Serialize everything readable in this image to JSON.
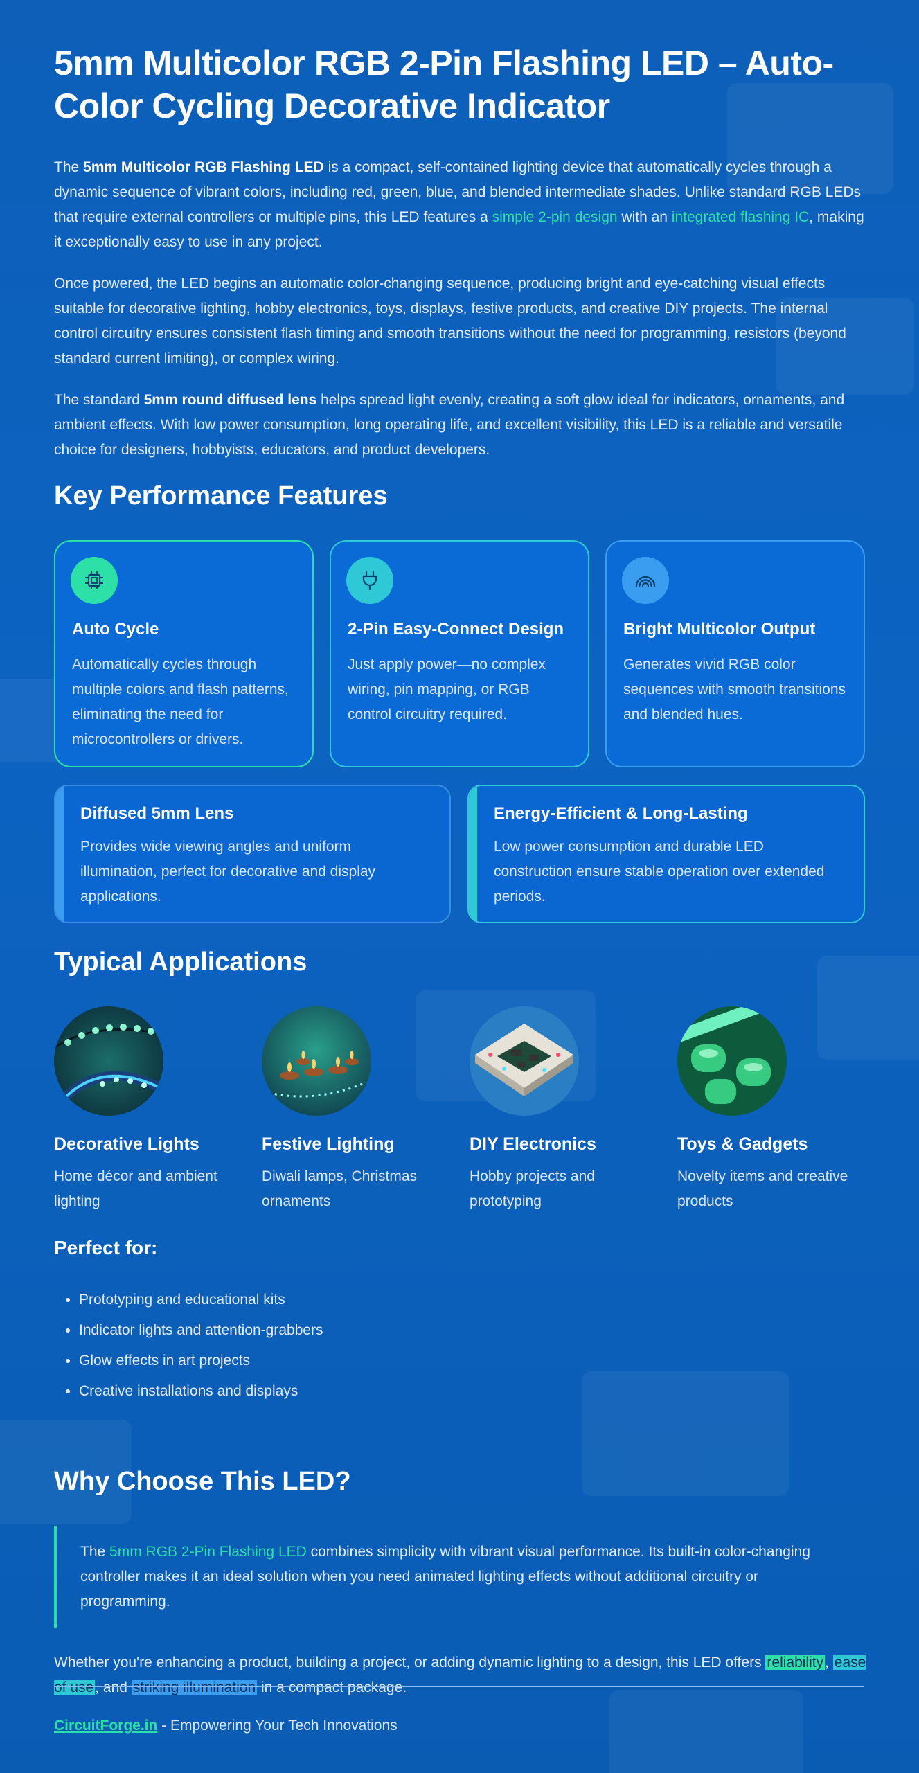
{
  "title": "5mm Multicolor RGB 2-Pin Flashing LED – Auto-Color Cycling Decorative Indicator",
  "intro": {
    "p1_a": "The ",
    "p1_b": "5mm Multicolor RGB Flashing LED",
    "p1_c": " is a compact, self-contained lighting device that automatically cycles through a dynamic sequence of vibrant colors, including red, green, blue, and blended intermediate shades. Unlike standard RGB LEDs that require external controllers or multiple pins, this LED features a ",
    "p1_d": "simple 2-pin design",
    "p1_e": " with an ",
    "p1_f": "integrated flashing IC",
    "p1_g": ", making it exceptionally easy to use in any project.",
    "p2": "Once powered, the LED begins an automatic color-changing sequence, producing bright and eye-catching visual effects suitable for decorative lighting, hobby electronics, toys, displays, festive products, and creative DIY projects. The internal control circuitry ensures consistent flash timing and smooth transitions without the need for programming, resistors (beyond standard current limiting), or complex wiring.",
    "p3_a": "The standard ",
    "p3_b": "5mm round diffused lens",
    "p3_c": " helps spread light evenly, creating a soft glow ideal for indicators, ornaments, and ambient effects. With low power consumption, long operating life, and excellent visibility, this LED is a reliable and versatile choice for designers, hobbyists, educators, and product developers."
  },
  "features": {
    "heading": "Key Performance Features",
    "cards": [
      {
        "title": "Auto Cycle",
        "desc": "Automatically cycles through multiple colors and flash patterns, eliminating the need for microcontrollers or drivers.",
        "icon": "chip-icon",
        "color": "#2de0a8"
      },
      {
        "title": "2-Pin Easy-Connect Design",
        "desc": "Just apply power—no complex wiring, pin mapping, or RGB control circuitry required.",
        "icon": "plug-icon",
        "color": "#2fc8d6"
      },
      {
        "title": "Bright Multicolor Output",
        "desc": "Generates vivid RGB color sequences with smooth transitions and blended hues.",
        "icon": "rainbow-icon",
        "color": "#3a9df0"
      }
    ],
    "wide_cards": [
      {
        "title": "Diffused 5mm Lens",
        "desc": "Provides wide viewing angles and uniform illumination, perfect for decorative and display applications.",
        "color": "#3a9df0"
      },
      {
        "title": "Energy-Efficient & Long-Lasting",
        "desc": "Low power consumption and durable LED construction ensure stable operation over extended periods.",
        "color": "#2fc8d6"
      }
    ]
  },
  "applications": {
    "heading": "Typical Applications",
    "items": [
      {
        "title": "Decorative Lights",
        "desc": "Home décor and ambient lighting"
      },
      {
        "title": "Festive Lighting",
        "desc": "Diwali lamps, Christmas ornaments"
      },
      {
        "title": "DIY Electronics",
        "desc": "Hobby projects and prototyping"
      },
      {
        "title": "Toys & Gadgets",
        "desc": "Novelty items and creative products"
      }
    ]
  },
  "perfect_for": {
    "heading": "Perfect for:",
    "items": [
      "Prototyping and educational kits",
      "Indicator lights and attention-grabbers",
      "Glow effects in art projects",
      "Creative installations and displays"
    ]
  },
  "why": {
    "heading": "Why Choose This LED?",
    "quote_a": "The ",
    "quote_b": "5mm RGB 2-Pin Flashing LED",
    "quote_c": " combines simplicity with vibrant visual performance. Its built-in color-changing controller makes it an ideal solution when you need animated lighting effects without additional circuitry or programming.",
    "closing_a": "Whether you're enhancing a product, building a project, or adding dynamic lighting to a design, this LED offers ",
    "closing_b": "reliability",
    "closing_c": ", ",
    "closing_d": "ease of use",
    "closing_e": ", and ",
    "closing_f": "striking illumination",
    "closing_g": " in a compact package."
  },
  "footer": {
    "brand": "CircuitForge.in",
    "tagline": " - Empowering Your Tech Innovations"
  }
}
